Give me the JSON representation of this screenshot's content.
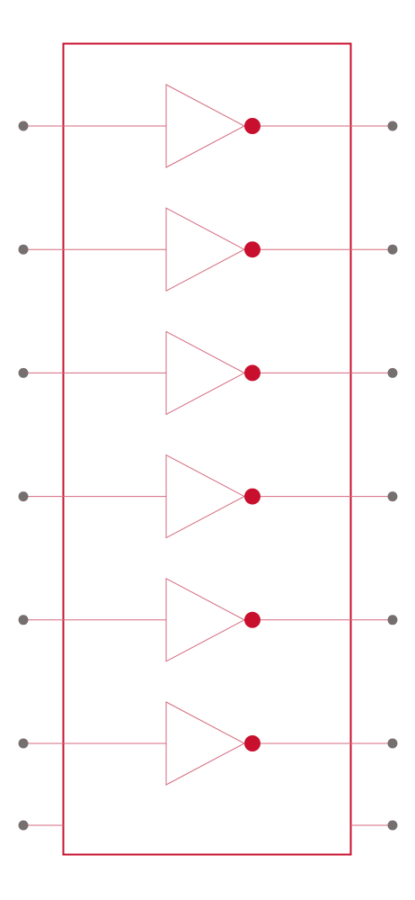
{
  "diagram": {
    "type": "hex-inverter-symbol",
    "gate_count": 6,
    "colors": {
      "body": "#c8102e",
      "wire": "#d46a7e",
      "gate_outline": "#d46a7e",
      "inversion_bubble": "#c8102e",
      "pin": "#766f6f"
    },
    "gates": [
      {
        "id": 1,
        "type": "inverter"
      },
      {
        "id": 2,
        "type": "inverter"
      },
      {
        "id": 3,
        "type": "inverter"
      },
      {
        "id": 4,
        "type": "inverter"
      },
      {
        "id": 5,
        "type": "inverter"
      },
      {
        "id": 6,
        "type": "inverter"
      }
    ],
    "extra_pins": [
      {
        "side": "left",
        "id": "left-bottom-pin"
      },
      {
        "side": "right",
        "id": "right-bottom-pin"
      }
    ]
  }
}
